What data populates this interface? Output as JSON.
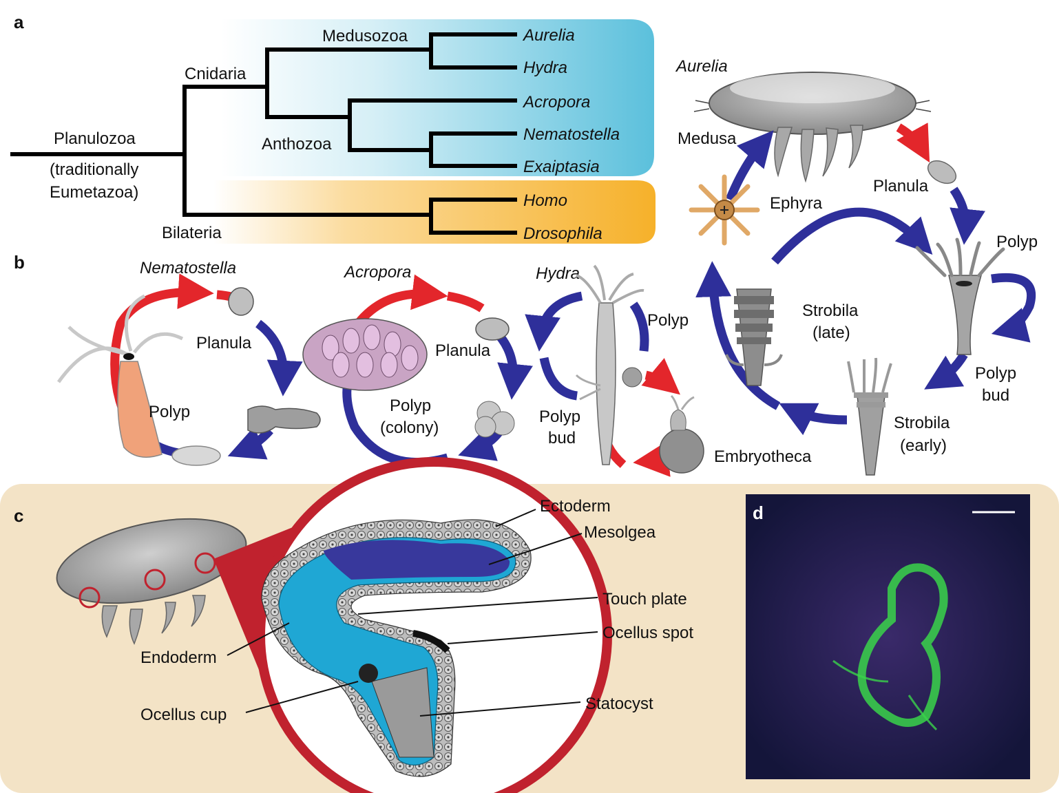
{
  "panels": {
    "a": "a",
    "b": "b",
    "c": "c",
    "d": "d"
  },
  "tree": {
    "root": "Planulozoa",
    "root_note_1": "(traditionally",
    "root_note_2": "Eumetazoa)",
    "cnidaria": "Cnidaria",
    "medusozoa": "Medusozoa",
    "anthozoa": "Anthozoa",
    "bilateria": "Bilateria",
    "taxa": [
      "Aurelia",
      "Hydra",
      "Acropora",
      "Nematostella",
      "Exaiptasia",
      "Homo",
      "Drosophila"
    ],
    "colors": {
      "cnidaria_band": "#5bc0dc",
      "bilateria_band": "#f6b12a"
    }
  },
  "aurelia_cycle": {
    "title": "Aurelia",
    "medusa": "Medusa",
    "planula": "Planula",
    "polyp": "Polyp",
    "polyp_bud_1": "Polyp",
    "polyp_bud_2": "bud",
    "strobila_early_1": "Strobila",
    "strobila_early_2": "(early)",
    "strobila_late_1": "Strobila",
    "strobila_late_2": "(late)",
    "ephyra": "Ephyra"
  },
  "nematostella_cycle": {
    "title": "Nematostella",
    "planula": "Planula",
    "polyp": "Polyp"
  },
  "acropora_cycle": {
    "title": "Acropora",
    "planula": "Planula",
    "polyp_1": "Polyp",
    "polyp_2": "(colony)"
  },
  "hydra_cycle": {
    "title": "Hydra",
    "polyp": "Polyp",
    "polyp_bud_1": "Polyp",
    "polyp_bud_2": "bud",
    "embryotheca": "Embryotheca"
  },
  "rhopalium": {
    "ectoderm": "Ectoderm",
    "mesolgea": "Mesolgea",
    "touch_plate": "Touch plate",
    "ocellus_spot": "Ocellus spot",
    "statocyst": "Statocyst",
    "endoderm": "Endoderm",
    "ocellus_cup": "Ocellus cup"
  },
  "colors": {
    "arrow_blue": "#2e2f9a",
    "arrow_red": "#e3262b",
    "panel_c_bg": "#f3e3c6",
    "circle_red": "#c0222e",
    "mesolgea": "#38389c",
    "endo_cell": "#1fa7d4"
  }
}
